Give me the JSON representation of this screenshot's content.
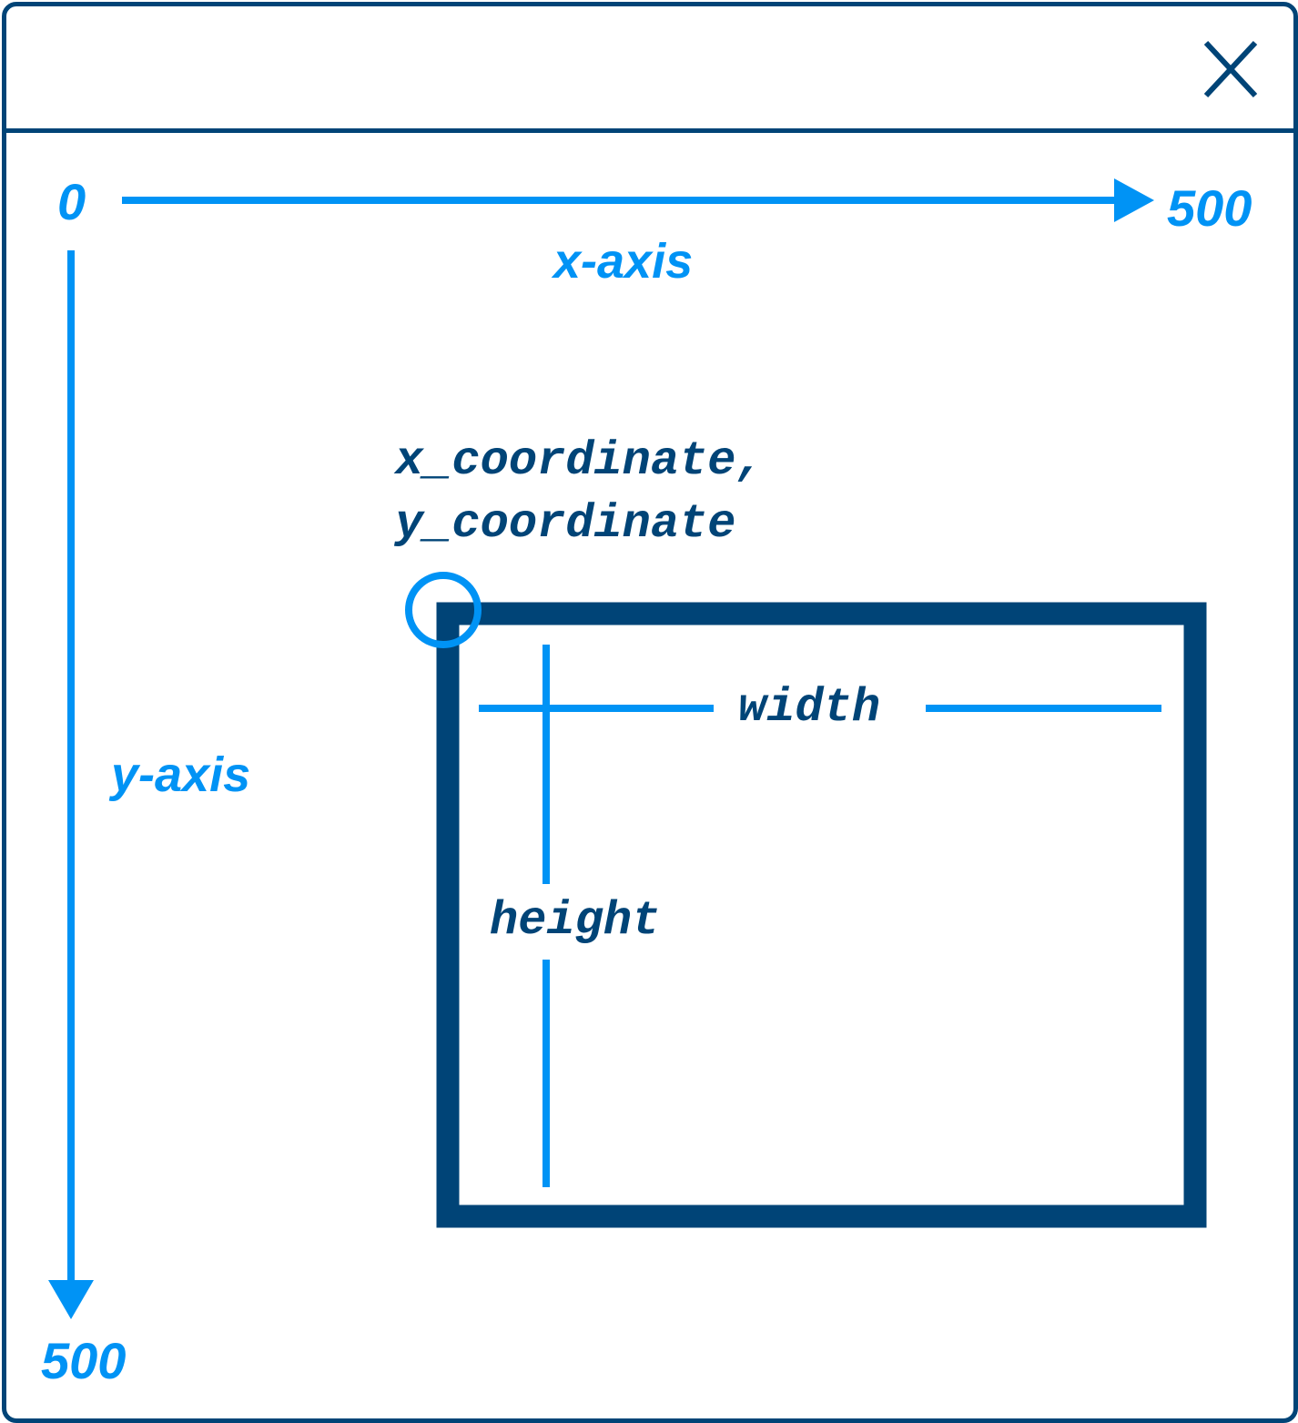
{
  "window": {
    "close_icon": "close-icon"
  },
  "diagram": {
    "x_axis": {
      "start_label": "0",
      "end_label": "500",
      "name": "x-axis"
    },
    "y_axis": {
      "end_label": "500",
      "name": "y-axis"
    },
    "rectangle": {
      "origin_label_line1": "x_coordinate,",
      "origin_label_line2": "y_coordinate",
      "width_label": "width",
      "height_label": "height"
    },
    "colors": {
      "dark_blue": "#004477",
      "light_blue": "#0093f5"
    }
  }
}
